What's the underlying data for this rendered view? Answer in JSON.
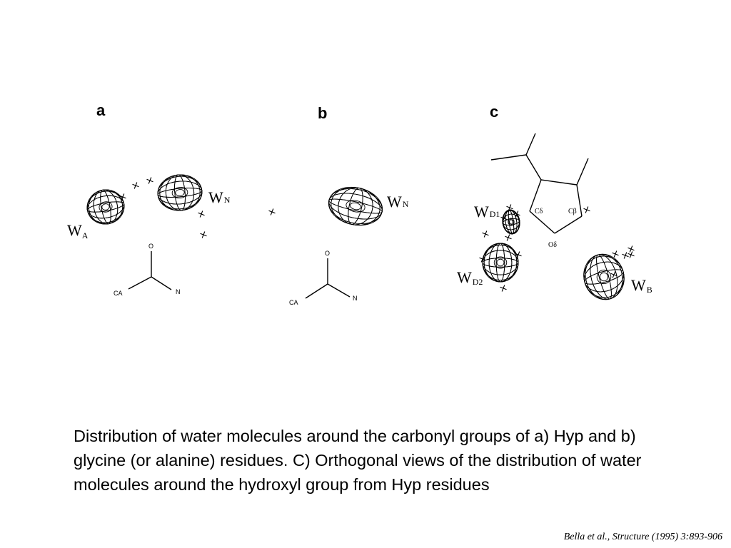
{
  "panels": {
    "a": {
      "label": "a",
      "wa": {
        "letter": "W",
        "sub": "A"
      },
      "wn": {
        "letter": "W",
        "sub": "N"
      },
      "atoms": {
        "o": "O",
        "ca": "CA",
        "n": "N"
      }
    },
    "b": {
      "label": "b",
      "wn": {
        "letter": "W",
        "sub": "N"
      },
      "atoms": {
        "o": "O",
        "ca": "CA",
        "n": "N"
      }
    },
    "c": {
      "label": "c",
      "wd1": {
        "letter": "W",
        "sub": "D1"
      },
      "wd2": {
        "letter": "W",
        "sub": "D2"
      },
      "wb": {
        "letter": "W",
        "sub": "B"
      },
      "atoms": {
        "cd": "Cδ",
        "cb": "Cβ",
        "od": "Oδ"
      }
    }
  },
  "caption": "Distribution of water molecules around the carbonyl groups of a) Hyp and b) glycine (or alanine) residues.  C) Orthogonal views of the distribution of water molecules around the hydroxyl group from Hyp residues",
  "citation": "Bella et al., Structure (1995) 3:893-906"
}
